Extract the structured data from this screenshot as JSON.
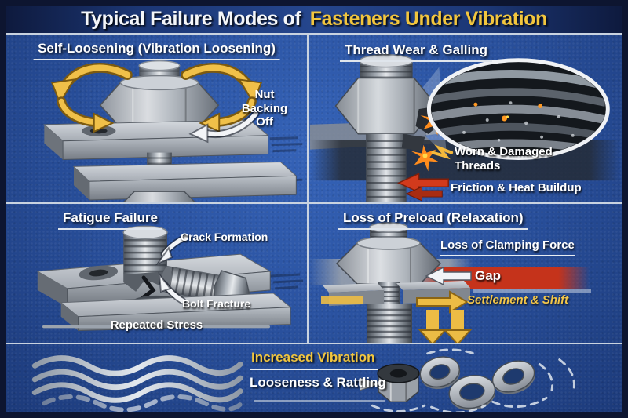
{
  "title": {
    "prefix": "Typical Failure Modes of",
    "highlight": "Fasteners Under Vibration"
  },
  "colors": {
    "background_blue": "#2a52a0",
    "border_navy": "#0d1530",
    "divider_silver": "#c9d3e0",
    "title_yellow": "#f2c63e",
    "heading_white": "#ffffff",
    "arrow_yellow": "#ecbc45",
    "alert_red": "#c5331b",
    "metal_light": "#d8dce1",
    "metal_dark": "#5a6068"
  },
  "panels": {
    "self_loosening": {
      "heading": "Self-Loosening (Vibration Loosening)",
      "nut_backing_off": "Nut\nBacking Off"
    },
    "thread_wear": {
      "heading": "Thread Wear & Galling",
      "worn_threads": "Worn & Damaged\nThreads",
      "friction": "Friction & Heat Buildup"
    },
    "fatigue": {
      "heading": "Fatigue Failure",
      "crack_formation": "Crack Formation",
      "bolt_fracture": "Bolt Fracture",
      "repeated_stress": "Repeated Stress"
    },
    "loss_of_preload": {
      "heading": "Loss of Preload (Relaxation)",
      "clamping": "Loss of Clamping Force",
      "gap": "Gap",
      "settlement": "Settlement & Shift"
    }
  },
  "footer": {
    "increased_vibration": "Increased Vibration",
    "looseness": "Looseness & Rattling"
  }
}
